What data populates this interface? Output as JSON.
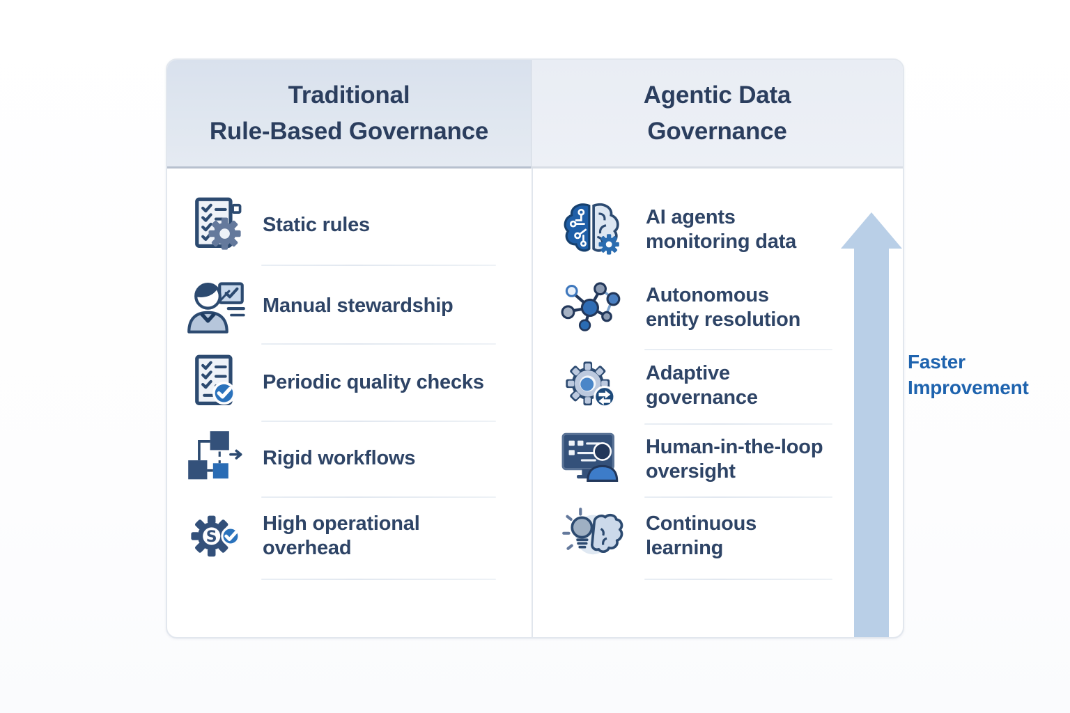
{
  "diagram": {
    "type": "comparison-table",
    "columns": [
      {
        "id": "traditional",
        "title": "Traditional\nRule-Based Governance",
        "items": [
          {
            "icon": "checklist-gear-icon",
            "label": "Static rules"
          },
          {
            "icon": "person-tablet-icon",
            "label": "Manual stewardship"
          },
          {
            "icon": "checklist-check-icon",
            "label": "Periodic quality checks"
          },
          {
            "icon": "workflow-icon",
            "label": "Rigid workflows"
          },
          {
            "icon": "gear-cost-check-icon",
            "label": "High operational\noverhead"
          }
        ]
      },
      {
        "id": "agentic",
        "title": "Agentic Data\nGovernance",
        "items": [
          {
            "icon": "ai-brain-gear-icon",
            "label": "AI agents\nmonitoring data"
          },
          {
            "icon": "network-nodes-icon",
            "label": "Autonomous\nentity resolution"
          },
          {
            "icon": "adaptive-gear-icon",
            "label": "Adaptive\ngovernance"
          },
          {
            "icon": "monitor-person-icon",
            "label": "Human-in-the-loop\noversight"
          },
          {
            "icon": "bulb-brain-icon",
            "label": "Continuous\nlearning"
          }
        ]
      }
    ],
    "annotation": {
      "arrow": "up-arrow",
      "label": "Faster\nImprovement"
    },
    "colors": {
      "header_text": "#2b3e5e",
      "item_text": "#2e4466",
      "accent_blue": "#1e63ae",
      "arrow_fill": "#b9cfe7",
      "icon_navy": "#2c4a70",
      "icon_blue": "#2a6cb4"
    }
  }
}
